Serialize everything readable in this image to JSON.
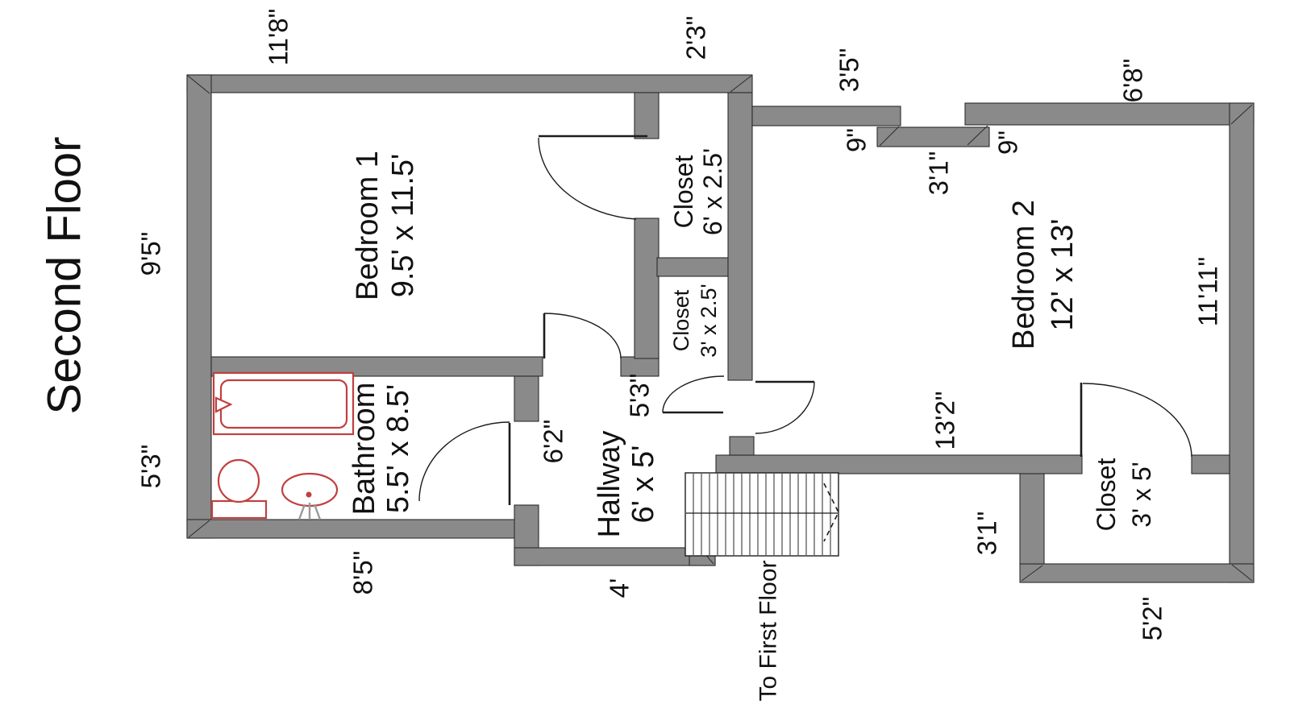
{
  "title": "Second Floor",
  "rooms": {
    "bedroom1": {
      "name": "Bedroom 1",
      "dims": "9.5' x 11.5'"
    },
    "closet_top": {
      "name": "Closet",
      "dims": "6' x 2.5'"
    },
    "closet_mid": {
      "name": "Closet",
      "dims": "3' x 2.5'"
    },
    "bedroom2": {
      "name": "Bedroom 2",
      "dims": "12' x 13'"
    },
    "bathroom": {
      "name": "Bathroom",
      "dims": "5.5' x 8.5'"
    },
    "hallway": {
      "name": "Hallway",
      "dims": "6' x 5'"
    },
    "closet_bottom": {
      "name": "Closet",
      "dims": "3' x 5'"
    },
    "stairs_label": "To First Floor"
  },
  "dimensions": {
    "bedroom1_top": "11'8\"",
    "closet_top_width": "2'3\"",
    "wall_3_5": "3'5\"",
    "notch_left": "9\"",
    "notch_width": "3'1\"",
    "notch_right": "9\"",
    "bedroom2_top": "6'8\"",
    "bedroom1_left": "9'5\"",
    "bathroom_left": "5'3\"",
    "bedroom2_right": "11'11\"",
    "hall_to_bed2_wall": "13'2\"",
    "closet_bottom_left": "3'1\"",
    "closet_bottom_width": "5'2\"",
    "bathroom_bottom": "8'5\"",
    "hallway_upper": "6'2\"",
    "hallway_closet": "5'3\"",
    "hallway_bottom": "4'"
  },
  "colors": {
    "background": "#ffffff",
    "wall": "#8a8a8a",
    "wall_outline": "#2b2b2b",
    "line": "#1c1c1c",
    "fixture": "#c04040",
    "text": "#111111"
  }
}
